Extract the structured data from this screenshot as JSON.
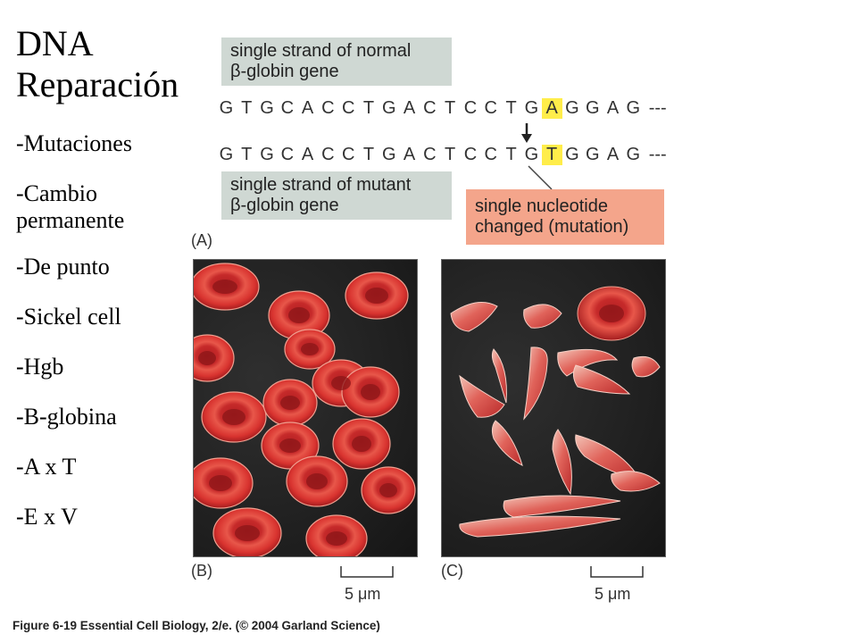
{
  "slide": {
    "title_line1": "DNA",
    "title_line2": "Reparación",
    "bullets": [
      "-Mutaciones",
      "-Cambio permanente",
      "-De punto",
      "-Sickel cell",
      "-Hgb",
      "-B-globina",
      "-A x T",
      "-E x V"
    ]
  },
  "figure": {
    "normal_box_line1": "single strand of normal",
    "normal_box_line2": "β-globin gene",
    "mutant_box_line1": "single strand of mutant",
    "mutant_box_line2": "β-globin gene",
    "mutation_box_line1": "single nucleotide",
    "mutation_box_line2": "changed (mutation)",
    "normal_sequence": [
      "G",
      "T",
      "G",
      "C",
      "A",
      "C",
      "C",
      "T",
      "G",
      "A",
      "C",
      "T",
      "C",
      "C",
      "T",
      "G",
      "A",
      "G",
      "G",
      "A",
      "G"
    ],
    "mutant_sequence": [
      "G",
      "T",
      "G",
      "C",
      "A",
      "C",
      "C",
      "T",
      "G",
      "A",
      "C",
      "T",
      "C",
      "C",
      "T",
      "G",
      "T",
      "G",
      "G",
      "A",
      "G"
    ],
    "sequence_trailer": "---",
    "highlight_index": 16,
    "highlight_color": "#ffed4a",
    "label_a": "(A)",
    "label_b": "(B)",
    "label_c": "(C)",
    "scale_b": "5 μm",
    "scale_c": "5 μm",
    "caption": "Figure 6-19   Essential Cell Biology, 2/e. (© 2004 Garland Science)"
  },
  "colors": {
    "gray_box": "#cfd8d3",
    "salmon_box": "#f4a58b",
    "cell_red": "#d8332f",
    "panel_bg": "#1e1e1e"
  }
}
